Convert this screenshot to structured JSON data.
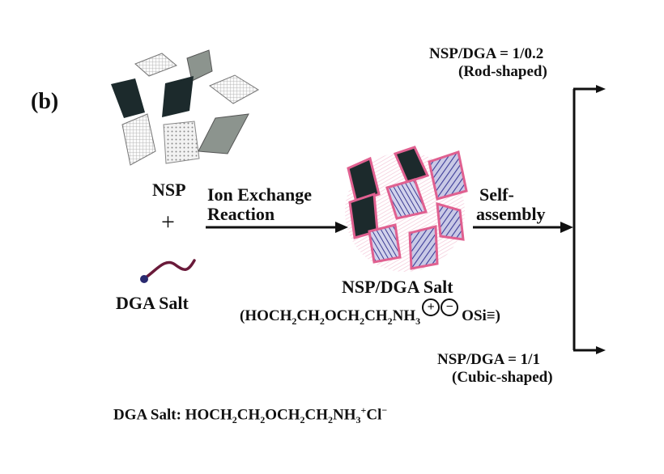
{
  "panel_label": "(b)",
  "nsp_label": "NSP",
  "plus_sign": "+",
  "dga_salt_label": "DGA Salt",
  "ion_exchange_line1": "Ion Exchange",
  "ion_exchange_line2": "Reaction",
  "self_assembly_line1": "Self-",
  "self_assembly_line2": "assembly",
  "nsp_dga_salt_label": "NSP/DGA Salt",
  "salt_formula": {
    "open": "(HOCH",
    "p1": "CH",
    "p2": "OCH",
    "p3": "CH",
    "p4": "NH",
    "sub2": "2",
    "sub3": "3",
    "plus_charge": "+",
    "minus_charge": "−",
    "tail": "OSi",
    "bond": "≡",
    "close": ")"
  },
  "rod_ratio": "NSP/DGA = 1/0.2",
  "rod_shape": "(Rod-shaped)",
  "cubic_ratio": "NSP/DGA = 1/1",
  "cubic_shape": "(Cubic-shaped)",
  "footer_formula": {
    "prefix": "DGA Salt: HOCH",
    "p1": "CH",
    "p2": "OCH",
    "p3": "CH",
    "p4": "NH",
    "sub2": "2",
    "sub3": "3",
    "sup_plus": "+",
    "cl": "Cl",
    "sup_minus": "−"
  },
  "colors": {
    "dark_plate": "#1c2a2c",
    "gray_plate": "#8c948e",
    "light_plate": "#eeeeee",
    "pink_fringe": "#e06090",
    "blue_pattern": "#3c3c98",
    "chain": "#6a1a3a",
    "chain_head": "#2a2a70"
  }
}
